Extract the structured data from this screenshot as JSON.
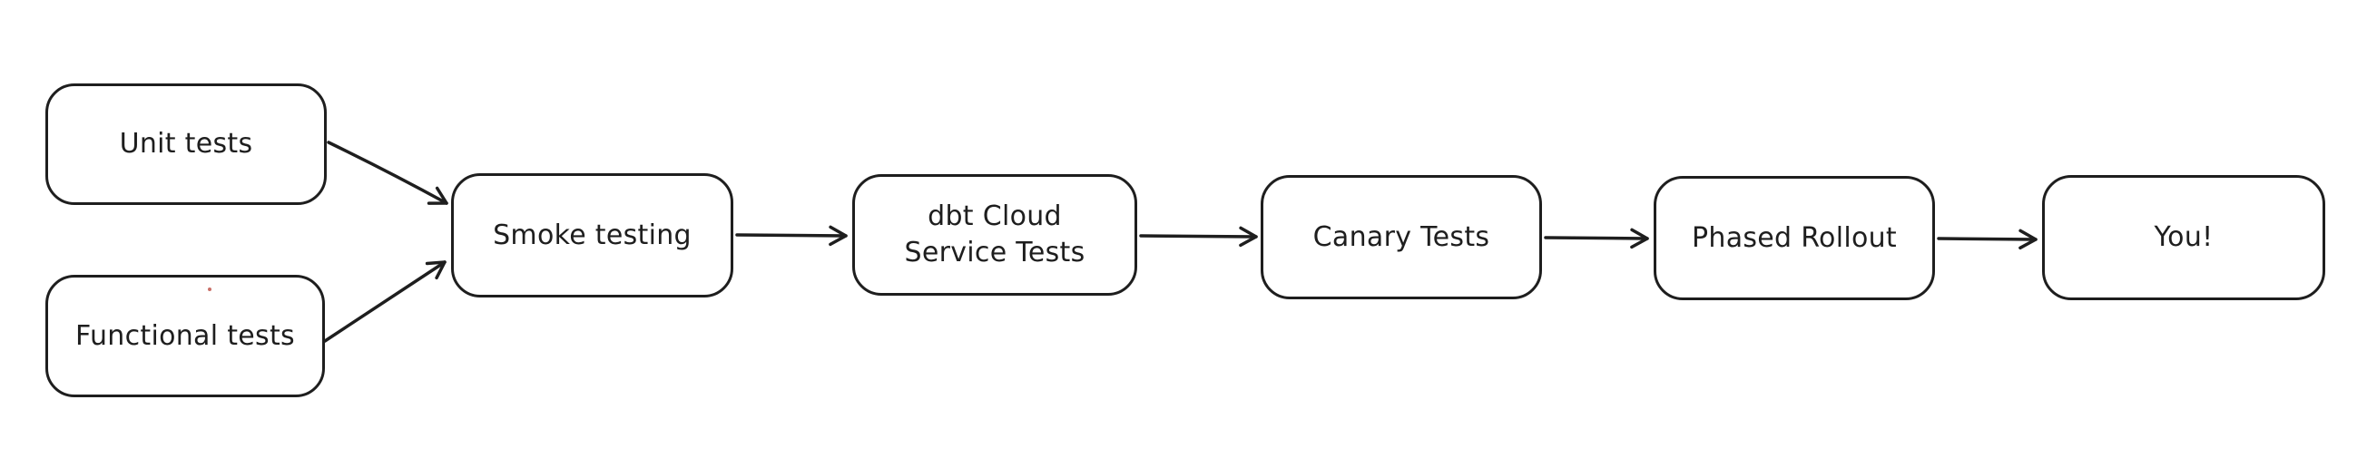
{
  "diagram": {
    "title": "release testing pipeline flowchart",
    "background_color": "#ffffff",
    "stroke_color": "#1e1e1e",
    "node_fill_color": "#ffffff",
    "stray_dot_color": "#c0564d",
    "nodes": [
      {
        "id": "unit-tests",
        "label": "Unit tests"
      },
      {
        "id": "functional-tests",
        "label": "Functional tests"
      },
      {
        "id": "smoke-testing",
        "label": "Smoke testing"
      },
      {
        "id": "dbt-cloud-service-tests",
        "label": "dbt Cloud\nService Tests"
      },
      {
        "id": "canary-tests",
        "label": "Canary Tests"
      },
      {
        "id": "phased-rollout",
        "label": "Phased Rollout"
      },
      {
        "id": "you",
        "label": "You!"
      }
    ],
    "edges": [
      {
        "from": "unit-tests",
        "to": "smoke-testing"
      },
      {
        "from": "functional-tests",
        "to": "smoke-testing"
      },
      {
        "from": "smoke-testing",
        "to": "dbt-cloud-service-tests"
      },
      {
        "from": "dbt-cloud-service-tests",
        "to": "canary-tests"
      },
      {
        "from": "canary-tests",
        "to": "phased-rollout"
      },
      {
        "from": "phased-rollout",
        "to": "you"
      }
    ]
  }
}
